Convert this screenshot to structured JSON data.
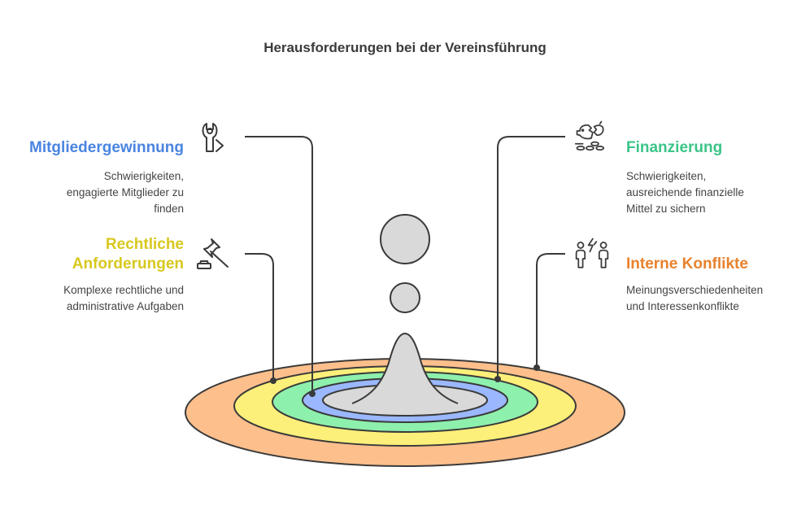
{
  "title": "Herausforderungen bei der Vereinsführung",
  "colors": {
    "outline": "#3a3a3a",
    "ring_outer": "#fdbf8c",
    "ring_yellow": "#fdf07a",
    "ring_green": "#8ef0ad",
    "ring_blue": "#9bb8ff",
    "center": "#d9d9d9",
    "mitglieder": "#4a84e0",
    "rechtliche": "#d8c81e",
    "finanzierung": "#3cc488",
    "konflikte": "#e8822d"
  },
  "items": {
    "mitglieder": {
      "heading": "Mitgliedergewinnung",
      "description": "Schwierigkeiten,\nengagierte Mitglieder zu\nfinden",
      "icon": "wrench-icon"
    },
    "rechtliche": {
      "heading": "Rechtliche\nAnforderungen",
      "description": "Komplexe rechtliche und\nadministrative Aufgaben",
      "icon": "pushpin-icon"
    },
    "finanzierung": {
      "heading": "Finanzierung",
      "description": "Schwierigkeiten,\nausreichende finanzielle\nMittel zu sichern",
      "icon": "broken-piggy-bank-icon"
    },
    "konflikte": {
      "heading": "Interne Konflikte",
      "description": "Meinungsverschiedenheiten\nund Interessenkonflikte",
      "icon": "people-conflict-icon"
    }
  }
}
